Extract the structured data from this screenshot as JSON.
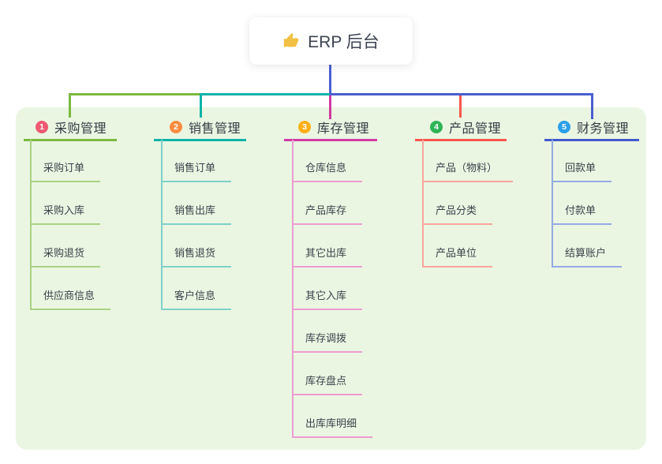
{
  "root": {
    "icon": "thumbs-up",
    "label": "ERP 后台"
  },
  "panel_bg": "#eaf6e2",
  "connector_colors": {
    "trunk": "#4a5ed0",
    "green": "#7cb940",
    "teal": "#0fb3ab",
    "magenta": "#d23aa3",
    "red": "#f8564c",
    "blue": "#4a5ed0"
  },
  "branches": [
    {
      "num": "1",
      "label": "采购管理",
      "badge_color": "#ee5a71",
      "line_color": "#7cb940",
      "child_line_color": "#a9d284",
      "items": [
        "采购订单",
        "采购入库",
        "采购退货",
        "供应商信息"
      ]
    },
    {
      "num": "2",
      "label": "销售管理",
      "badge_color": "#fb8c3f",
      "line_color": "#0fb3ab",
      "child_line_color": "#7fd0c9",
      "items": [
        "销售订单",
        "销售出库",
        "销售退货",
        "客户信息"
      ]
    },
    {
      "num": "3",
      "label": "库存管理",
      "badge_color": "#fcaf17",
      "line_color": "#d23aa3",
      "child_line_color": "#ec9cd0",
      "items": [
        "仓库信息",
        "产品库存",
        "其它出库",
        "其它入库",
        "库存调拨",
        "库存盘点",
        "出库库明细"
      ]
    },
    {
      "num": "4",
      "label": "产品管理",
      "badge_color": "#2fb457",
      "line_color": "#f8564c",
      "child_line_color": "#f9a49d",
      "items": [
        "产品（物料）",
        "产品分类",
        "产品单位"
      ]
    },
    {
      "num": "5",
      "label": "财务管理",
      "badge_color": "#2ba0e8",
      "line_color": "#4459ce",
      "child_line_color": "#96aae3",
      "items": [
        "回款单",
        "付款单",
        "结算账户"
      ]
    }
  ]
}
